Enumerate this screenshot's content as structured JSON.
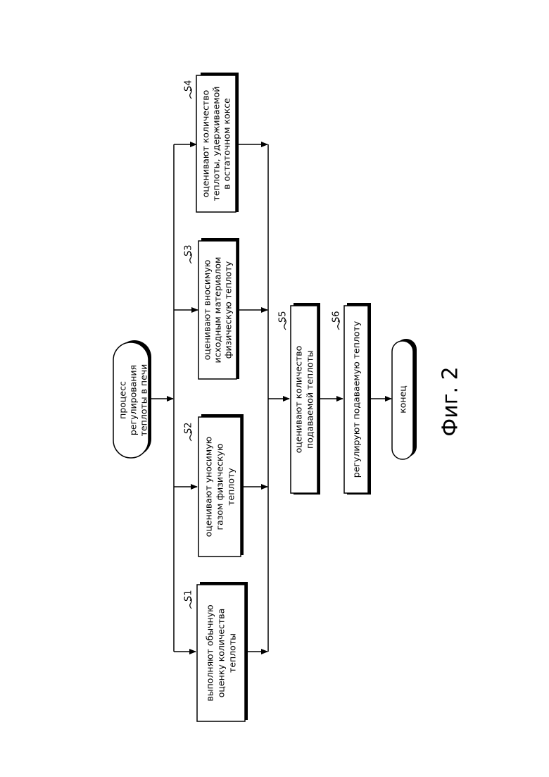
{
  "start": {
    "lines": [
      "процесс",
      "регулирования",
      "теплоты в печи"
    ]
  },
  "steps": [
    {
      "id": "S1",
      "lines": [
        "выполняют обычную",
        "оценку количества",
        "теплоты"
      ]
    },
    {
      "id": "S2",
      "lines": [
        "оценивают уносимую",
        "газом физическую",
        "теплоту"
      ]
    },
    {
      "id": "S3",
      "lines": [
        "оценивают вносимую",
        "исходным материалом",
        "физическую теплоту"
      ]
    },
    {
      "id": "S4",
      "lines": [
        "оценивают количество",
        "теплоты, удерживаемой",
        "в остаточном коксе"
      ]
    },
    {
      "id": "S5",
      "lines": [
        "оценивают количество",
        "подаваемой теплоты"
      ]
    },
    {
      "id": "S6",
      "lines": [
        "регулируют подаваемую теплоту"
      ]
    }
  ],
  "end": {
    "lines": [
      "конец"
    ]
  },
  "figure_caption": "Фиг. 2"
}
